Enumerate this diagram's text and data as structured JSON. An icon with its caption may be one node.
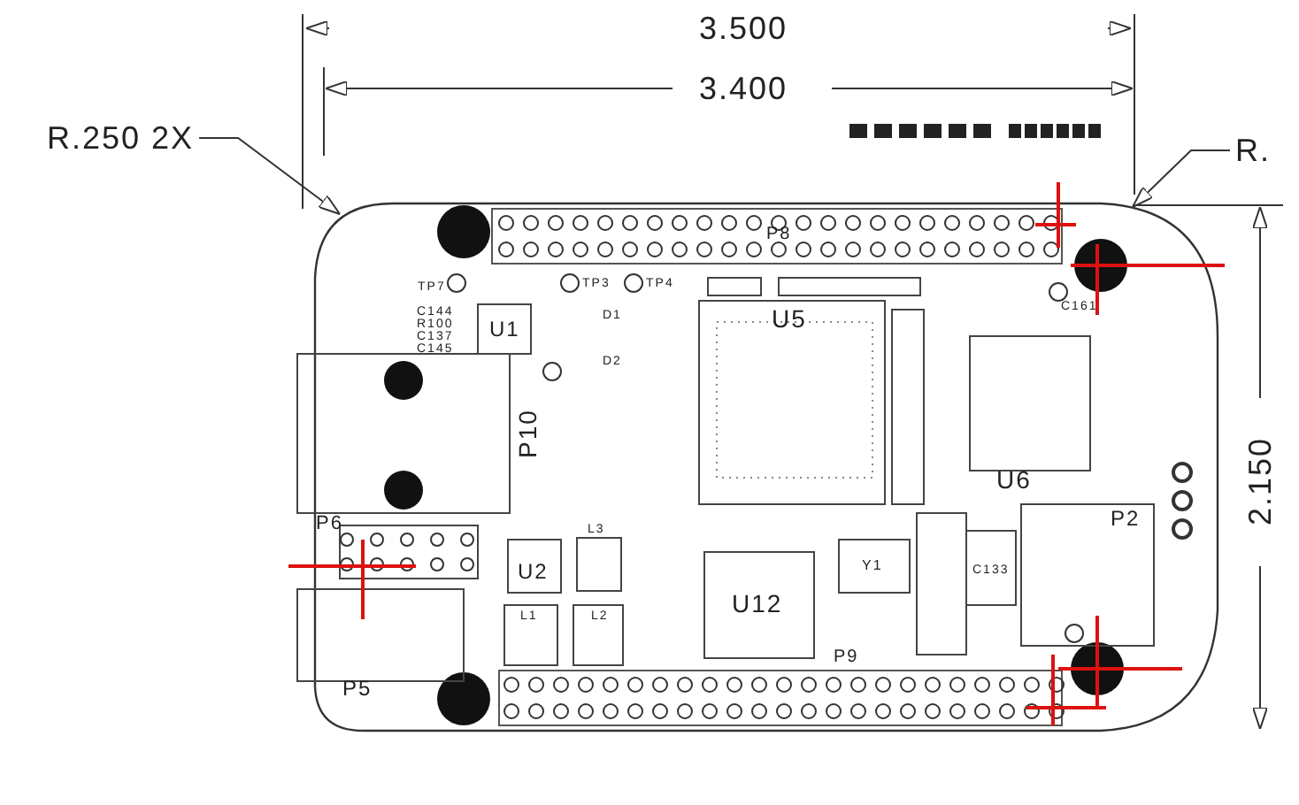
{
  "diagram": {
    "nodes": [
      {
        "text": [
          "R.250 2X"
        ]
      },
      {
        "text": [
          "R."
        ]
      }
    ],
    "edges": [
      {
        "from": 0,
        "to": null,
        "arrow": "to"
      },
      {
        "from": 1,
        "to": null,
        "arrow": "to"
      }
    ],
    "labels": [
      "3.500",
      "3.400",
      "P8",
      "TP7",
      "TP3",
      "TP4",
      "C144",
      "R100",
      "C137",
      "C145",
      "U1",
      "D1",
      "D2",
      "U5",
      "U6",
      "C161",
      "2.150",
      "P10",
      "P6",
      "U2",
      "L3",
      "L1",
      "L2",
      "U12",
      "Y1",
      "C133",
      "P2",
      "P5",
      "P9"
    ]
  }
}
